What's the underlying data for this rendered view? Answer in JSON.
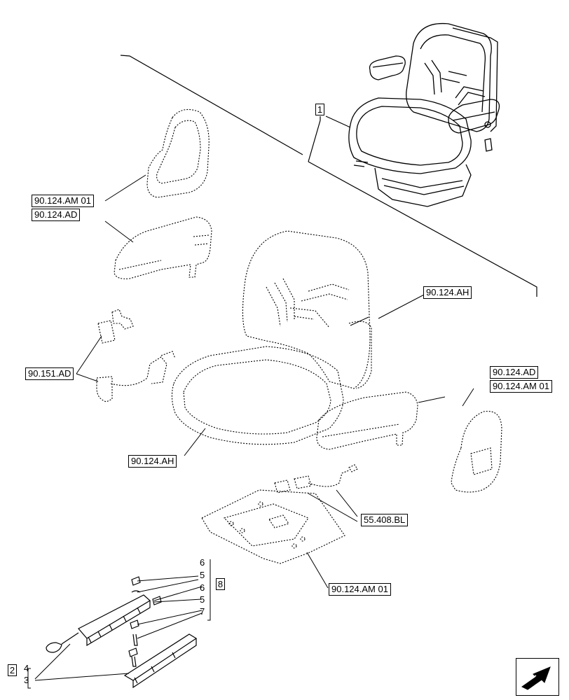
{
  "references": {
    "armrest_cover_left": "90.124.AM 01",
    "armrest_left": "90.124.AD",
    "seat_belt": "90.151.AD",
    "cushion_back": "90.124.AH",
    "cushion_seat": "90.124.AH",
    "armrest_right": "90.124.AD",
    "armrest_cover_right": "90.124.AM 01",
    "harness": "55.408.BL",
    "base_plate": "90.124.AM 01"
  },
  "callouts": {
    "seat_assembly": "1",
    "rail_kit": "2",
    "hardware_kit": "8",
    "items": [
      "6",
      "5",
      "6",
      "5",
      "7",
      "4",
      "3"
    ]
  },
  "icons": {
    "nav_arrow": "direction-arrow-icon"
  }
}
